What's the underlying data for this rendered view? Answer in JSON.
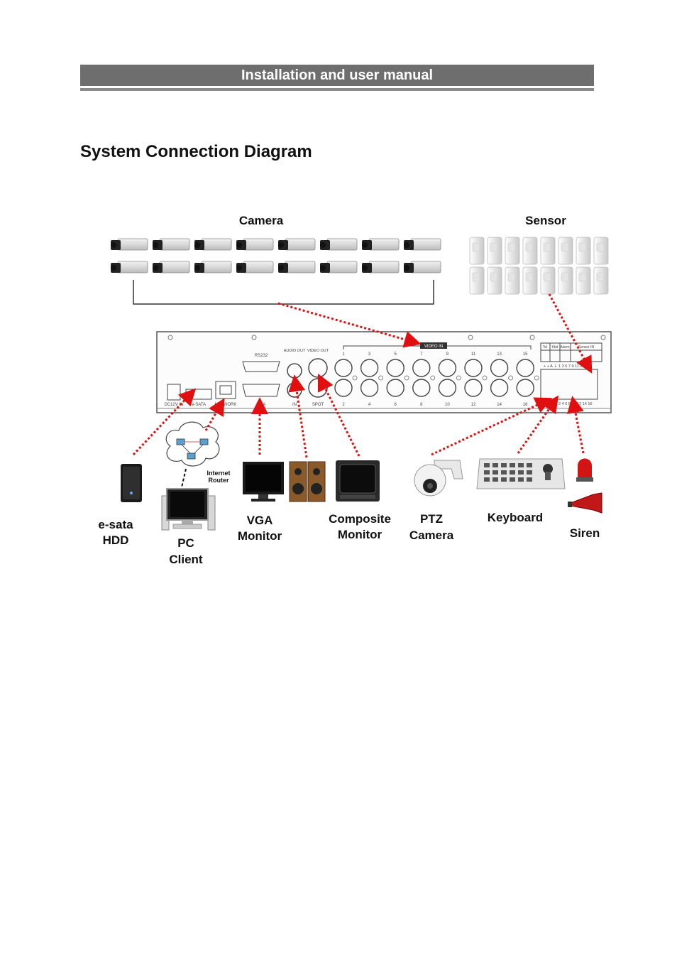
{
  "header": {
    "title": "Installation and user manual"
  },
  "section": {
    "title": "System Connection Diagram"
  },
  "diagram": {
    "groups": {
      "camera": "Camera",
      "sensor": "Sensor"
    },
    "panel": {
      "video_in": "VIDEO IN",
      "rs232": "RS232",
      "audio_out": "AUDIO OUT",
      "video_out": "VIDEO OUT",
      "dc12v_in": "DC12V IN",
      "esata": "e-SATA",
      "network": "NETWORK",
      "vga": "VGA",
      "in": "IN",
      "spot": "SPOT",
      "terminal_headers": [
        "Tel",
        "Kbd",
        "Alarm",
        "Sensor IN"
      ],
      "port_numbers_top": [
        "1",
        "3",
        "5",
        "7",
        "9",
        "11",
        "13",
        "15"
      ],
      "port_numbers_bottom": [
        "2",
        "4",
        "6",
        "8",
        "10",
        "12",
        "14",
        "16"
      ]
    },
    "network_cloud": {
      "label_line1": "Internet",
      "label_line2": "Router"
    },
    "devices": {
      "esata_hdd": {
        "line1": "e-sata",
        "line2": "HDD"
      },
      "pc_client": {
        "line1": "PC",
        "line2": "Client"
      },
      "vga_monitor": {
        "line1": "VGA",
        "line2": "Monitor"
      },
      "composite_monitor": {
        "line1": "Composite",
        "line2": "Monitor"
      },
      "ptz_camera": {
        "line1": "PTZ",
        "line2": "Camera"
      },
      "keyboard": {
        "line1": "Keyboard"
      },
      "siren": {
        "line1": "Siren"
      }
    },
    "connector_color": "#e01010"
  }
}
